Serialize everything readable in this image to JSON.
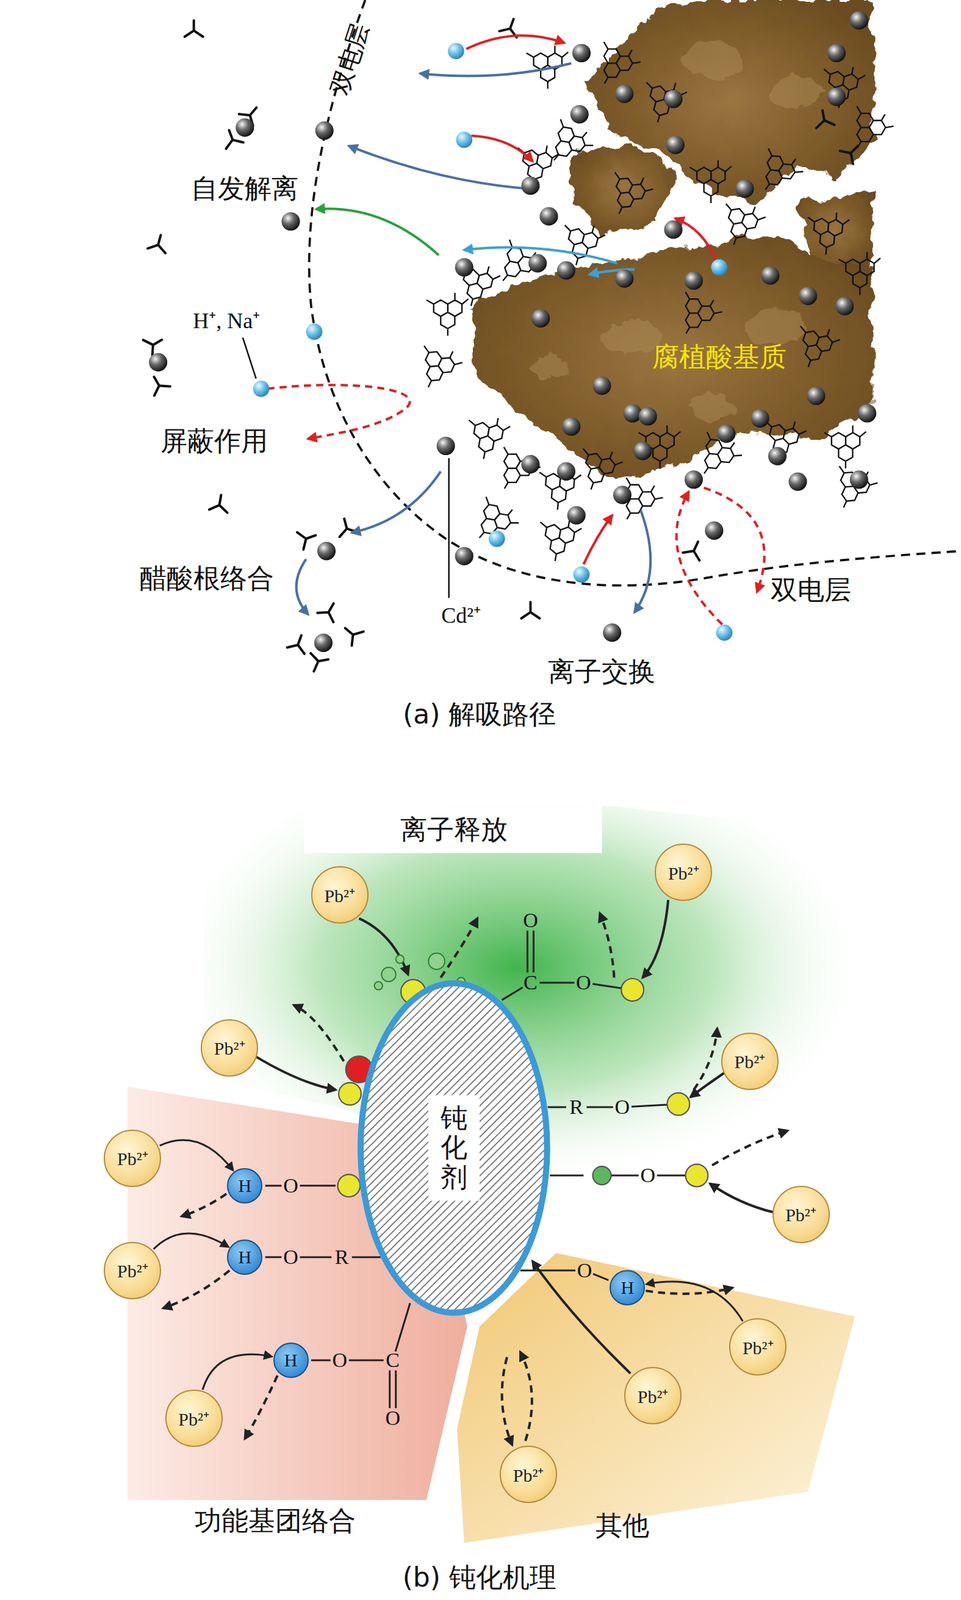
{
  "diagram": {
    "nodes": [
      {
        "text": [
          "钝化剂"
        ]
      },
      {
        "text": [
          "Pb²⁺"
        ]
      },
      {
        "text": [
          "Pb²⁺"
        ]
      },
      {
        "text": [
          "Pb²⁺"
        ]
      },
      {
        "text": [
          "Pb²⁺"
        ]
      },
      {
        "text": [
          "Pb²⁺"
        ]
      },
      {
        "text": [
          "Pb²⁺"
        ]
      },
      {
        "text": [
          "Pb²⁺"
        ]
      },
      {
        "text": [
          "Pb²⁺"
        ]
      },
      {
        "text": [
          "Pb²⁺"
        ]
      },
      {
        "text": [
          "Pb²⁺"
        ]
      },
      {
        "text": [
          "Pb²⁺"
        ]
      },
      {
        "text": [
          "H"
        ]
      },
      {
        "text": [
          "H"
        ]
      },
      {
        "text": [
          "H"
        ]
      },
      {
        "text": [
          "H"
        ]
      }
    ],
    "edges": [
      {
        "from": 6,
        "to": 12,
        "arrow": "to"
      },
      {
        "from": 7,
        "to": 13,
        "arrow": "to"
      },
      {
        "from": 8,
        "to": 14,
        "arrow": "to"
      },
      {
        "from": 9,
        "to": 15,
        "arrow": "to"
      }
    ],
    "labels": [
      "双电层",
      "自发解离",
      "H⁺, Na⁺",
      "屏蔽作用",
      "醋酸根络合",
      "Cd²⁺",
      "离子交换",
      "双电层",
      "腐植酸基质",
      "(a) 解吸路径",
      "离子释放",
      "功能基团络合",
      "其他",
      "(b) 钝化机理",
      "O",
      "O",
      "R",
      "O",
      "C",
      "O",
      "O",
      "C",
      "O",
      "O",
      "R",
      "O",
      "O"
    ]
  }
}
